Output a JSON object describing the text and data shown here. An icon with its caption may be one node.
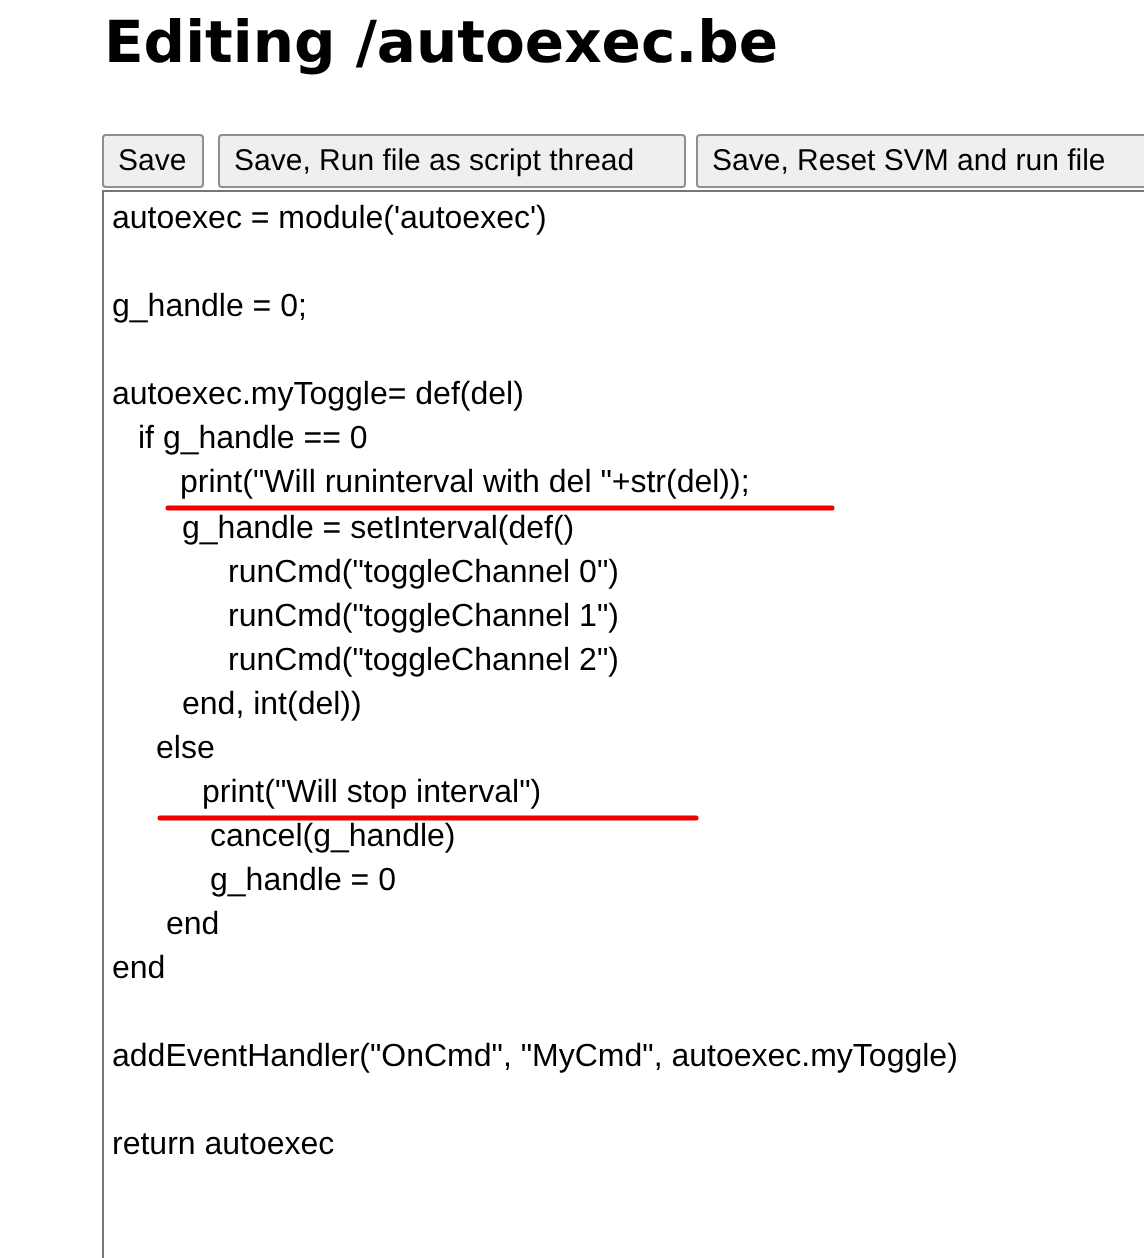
{
  "diagram": {
    "title": "Editing /autoexec.be",
    "labels": [
      "Save",
      "Save, Run file as script thread",
      "Save, Reset SVM and run file",
      "autoexec = module('autoexec')",
      "g_handle = 0;",
      "autoexec.myToggle= def(del)",
      "if g_handle == 0",
      "print(\"Will runinterval with del \"+str(del));",
      "g_handle = setInterval(def()",
      "runCmd(\"toggleChannel 0\")",
      "runCmd(\"toggleChannel 1\")",
      "runCmd(\"toggleChannel 2\")",
      "end, int(del))",
      "else",
      "print(\"Will stop interval\")",
      "cancel(g_handle)",
      "g_handle = 0",
      "end",
      "end",
      "addEventHandler(\"OnCmd\", \"MyCmd\", autoexec.myToggle)",
      "return autoexec"
    ]
  }
}
